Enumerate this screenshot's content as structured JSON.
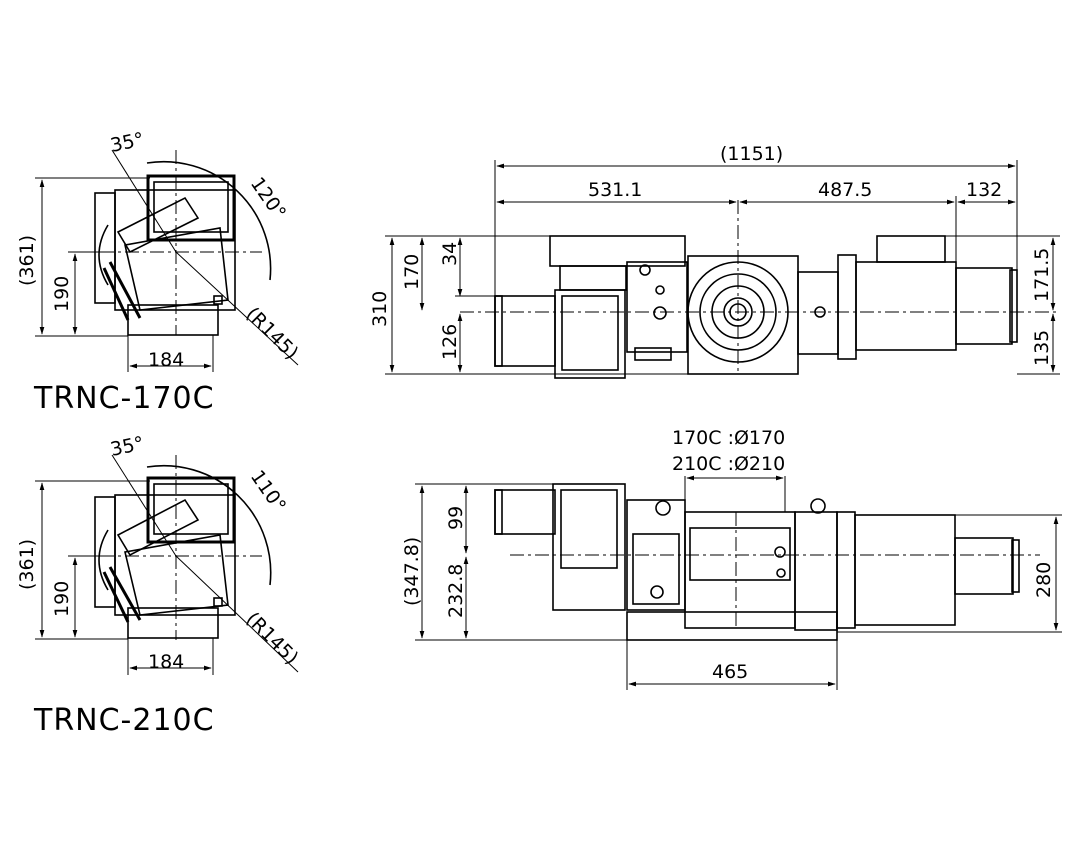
{
  "views": {
    "top_170": {
      "title": "TRNC-170C",
      "dims": {
        "angle_35": "35°",
        "angle_tilt": "120°",
        "overall_h": "(361)",
        "center_h": "190",
        "base_w": "184",
        "radius": "(R145)"
      }
    },
    "top_210": {
      "title": "TRNC-210C",
      "dims": {
        "angle_35": "35°",
        "angle_tilt": "110°",
        "overall_h": "(361)",
        "center_h": "190",
        "base_w": "184",
        "radius": "(R145)"
      }
    },
    "side_top": {
      "dims": {
        "overall_len": "(1151)",
        "len_a": "531.1",
        "len_b": "487.5",
        "len_c": "132",
        "h_34": "34",
        "h_170": "170",
        "h_310": "310",
        "h_126": "126",
        "h_171_5": "171.5",
        "h_135": "135"
      }
    },
    "side_bottom": {
      "dims": {
        "table_170": "170C :Ø170",
        "table_210": "210C :Ø210",
        "h_99": "99",
        "h_347_8": "(347.8)",
        "h_232_8": "232.8",
        "base_len": "465",
        "h_280": "280"
      }
    }
  }
}
